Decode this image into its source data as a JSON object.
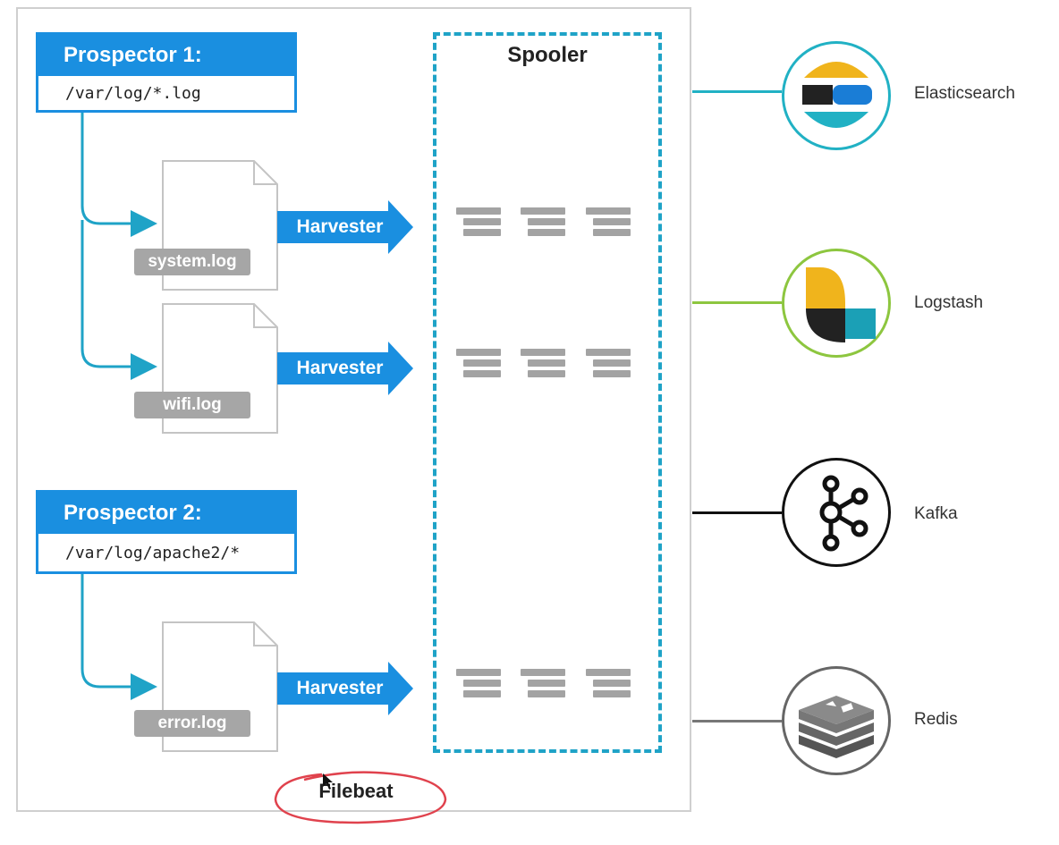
{
  "filebeat": {
    "label": "Filebeat"
  },
  "prospectors": [
    {
      "title": "Prospector 1:",
      "path": "/var/log/*.log"
    },
    {
      "title": "Prospector 2:",
      "path": "/var/log/apache2/*"
    }
  ],
  "files": [
    {
      "name": "system.log"
    },
    {
      "name": "wifi.log"
    },
    {
      "name": "error.log"
    }
  ],
  "harvesters": [
    {
      "label": "Harvester"
    },
    {
      "label": "Harvester"
    },
    {
      "label": "Harvester"
    }
  ],
  "spooler": {
    "title": "Spooler"
  },
  "outputs": [
    {
      "name": "Elasticsearch",
      "icon": "elasticsearch-icon",
      "color": "#21b1c4"
    },
    {
      "name": "Logstash",
      "icon": "logstash-icon",
      "color": "#8dc63f"
    },
    {
      "name": "Kafka",
      "icon": "kafka-icon",
      "color": "#111111"
    },
    {
      "name": "Redis",
      "icon": "redis-icon",
      "color": "#666666"
    }
  ],
  "colors": {
    "accent": "#1a8fe0",
    "spooler": "#1fa3c7",
    "file_label": "#a6a6a6",
    "annotation": "#e0424d"
  }
}
